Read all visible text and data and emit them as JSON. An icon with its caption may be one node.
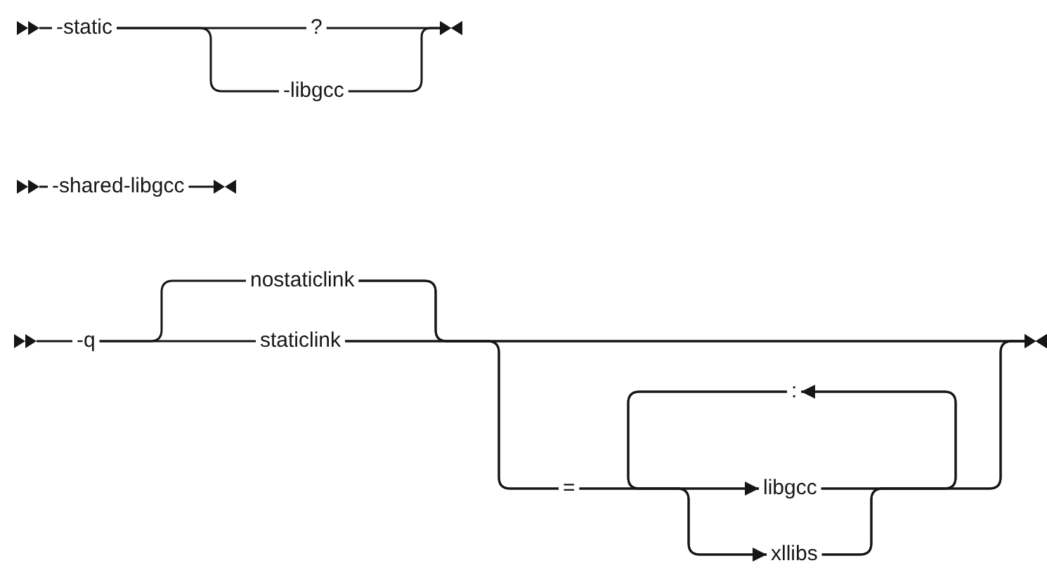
{
  "diagram": {
    "nodes": [
      {
        "text": [
          "-static"
        ]
      },
      {
        "text": [
          "?"
        ]
      },
      {
        "text": [
          "-libgcc"
        ]
      },
      {
        "text": [
          "-shared-libgcc"
        ]
      },
      {
        "text": [
          "-q"
        ]
      },
      {
        "text": [
          "nostaticlink"
        ]
      },
      {
        "text": [
          "staticlink"
        ]
      },
      {
        "text": [
          "="
        ]
      },
      {
        "text": [
          ":"
        ]
      },
      {
        "text": [
          "libgcc"
        ]
      },
      {
        "text": [
          "xllibs"
        ]
      }
    ],
    "edges": [
      {
        "from": null,
        "to": 0,
        "arrow": "other"
      },
      {
        "from": 0,
        "to": 1,
        "arrow": "none"
      },
      {
        "from": 0,
        "to": 2,
        "arrow": "none"
      },
      {
        "from": 1,
        "to": null,
        "arrow": "to"
      },
      {
        "from": 2,
        "to": null,
        "arrow": "to"
      },
      {
        "from": null,
        "to": 3,
        "arrow": "other"
      },
      {
        "from": 3,
        "to": null,
        "arrow": "to"
      },
      {
        "from": null,
        "to": 4,
        "arrow": "other"
      },
      {
        "from": 4,
        "to": 5,
        "arrow": "none"
      },
      {
        "from": 4,
        "to": 6,
        "arrow": "none"
      },
      {
        "from": 5,
        "to": 7,
        "arrow": "none"
      },
      {
        "from": 6,
        "to": 7,
        "arrow": "none"
      },
      {
        "from": 5,
        "to": null,
        "arrow": "to"
      },
      {
        "from": 6,
        "to": null,
        "arrow": "to"
      },
      {
        "from": 7,
        "to": 9,
        "arrow": "none"
      },
      {
        "from": 7,
        "to": 10,
        "arrow": "none"
      },
      {
        "from": 9,
        "to": null,
        "arrow": "to"
      },
      {
        "from": 10,
        "to": null,
        "arrow": "to"
      },
      {
        "from": 9,
        "to": 8,
        "arrow": "to"
      },
      {
        "from": 10,
        "to": 8,
        "arrow": "to"
      },
      {
        "from": 8,
        "to": 9,
        "arrow": "to"
      },
      {
        "from": 8,
        "to": 10,
        "arrow": "to"
      }
    ]
  }
}
